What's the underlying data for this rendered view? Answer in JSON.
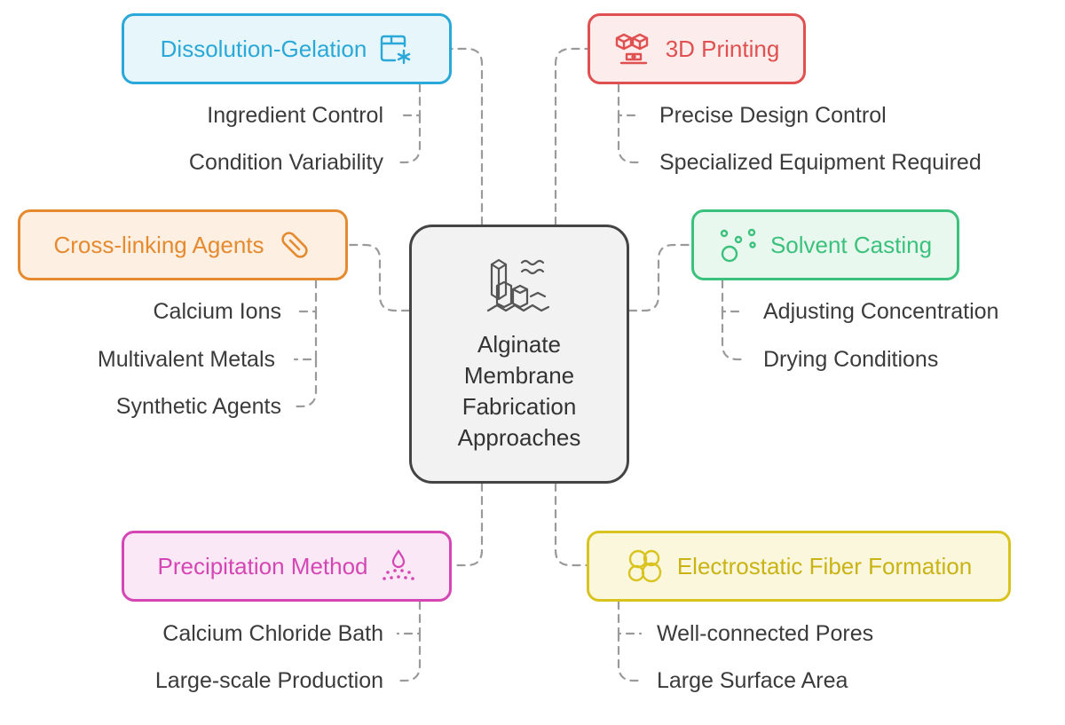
{
  "center": {
    "title": "Alginate Membrane Fabrication Approaches",
    "icon": "membrane-structure-icon"
  },
  "colors": {
    "blue": "#2aa8d8",
    "red": "#e05050",
    "orange": "#e58a2e",
    "green": "#3cc17d",
    "pink": "#d446b4",
    "yellow": "#d9c31e",
    "connector": "#9a9a9a",
    "center_border": "#444444"
  },
  "branches": {
    "dissolution": {
      "label": "Dissolution-Gelation",
      "icon": "box-snowflake-icon",
      "items": [
        "Ingredient Control",
        "Condition Variability"
      ]
    },
    "printing": {
      "label": "3D Printing",
      "icon": "3d-printer-icon",
      "items": [
        "Precise Design Control",
        "Specialized Equipment Required"
      ]
    },
    "crosslinking": {
      "label": "Cross-linking Agents",
      "icon": "capsule-icon",
      "items": [
        "Calcium Ions",
        "Multivalent Metals",
        "Synthetic Agents"
      ]
    },
    "solvent": {
      "label": "Solvent Casting",
      "icon": "bubbles-icon",
      "items": [
        "Adjusting Concentration",
        "Drying Conditions"
      ]
    },
    "precipitation": {
      "label": "Precipitation Method",
      "icon": "droplet-spray-icon",
      "items": [
        "Calcium Chloride Bath",
        "Large-scale Production"
      ]
    },
    "electrostatic": {
      "label": "Electrostatic Fiber Formation",
      "icon": "fiber-cluster-icon",
      "items": [
        "Well-connected Pores",
        "Large Surface Area"
      ]
    }
  }
}
